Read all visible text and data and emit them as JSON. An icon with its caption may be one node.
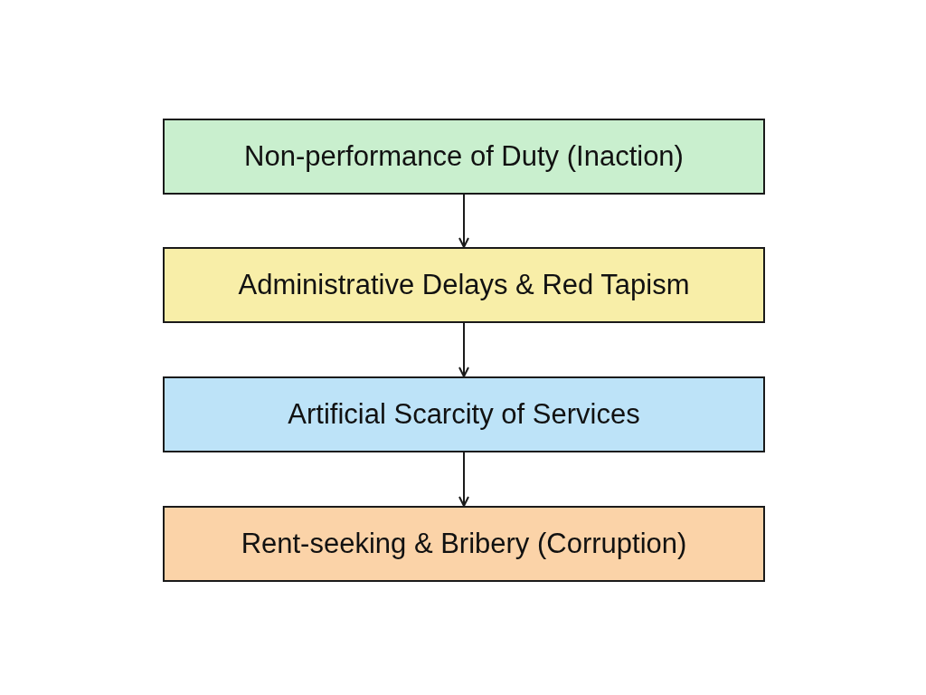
{
  "diagram": {
    "nodes": [
      {
        "text": [
          "Non-performance of Duty (Inaction)"
        ]
      },
      {
        "text": [
          "Administrative Delays & Red Tapism"
        ]
      },
      {
        "text": [
          "Artificial Scarcity of Services"
        ]
      },
      {
        "text": [
          "Rent-seeking & Bribery (Corruption)"
        ]
      }
    ],
    "edges": [
      {
        "from": 0,
        "to": 1,
        "arrow": "to"
      },
      {
        "from": 1,
        "to": 2,
        "arrow": "to"
      },
      {
        "from": 2,
        "to": 3,
        "arrow": "to"
      }
    ]
  }
}
